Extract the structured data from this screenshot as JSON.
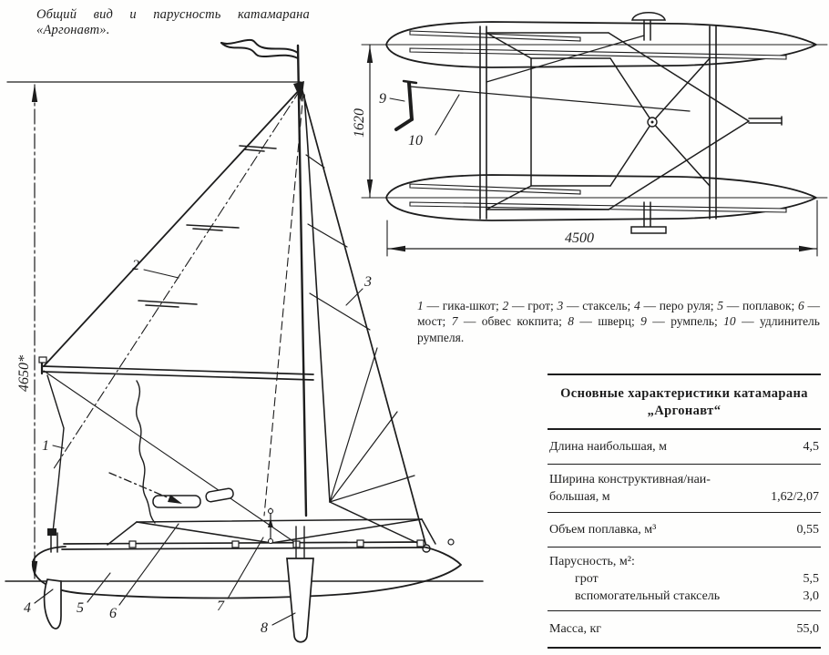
{
  "caption": "Общий вид и парусность катамарана «Аргонавт».",
  "drawing": {
    "dimensions": {
      "sail_height": "4650*",
      "beam": "1620",
      "length": "4500"
    },
    "part_numbers": [
      "1",
      "2",
      "3",
      "4",
      "5",
      "6",
      "7",
      "8",
      "9",
      "10"
    ]
  },
  "legend": {
    "items": [
      {
        "num": "1",
        "text": " — гика-шкот; "
      },
      {
        "num": "2",
        "text": " — грот; "
      },
      {
        "num": "3",
        "text": " — стаксель; "
      },
      {
        "num": "4",
        "text": " — перо руля; "
      },
      {
        "num": "5",
        "text": " — поплавок; "
      },
      {
        "num": "6",
        "text": " — мост; "
      },
      {
        "num": "7",
        "text": " — обвес кокпита; "
      },
      {
        "num": "8",
        "text": " — шверц; "
      },
      {
        "num": "9",
        "text": " — румпель; "
      },
      {
        "num": "10",
        "text": " — удлинитель румпеля."
      }
    ]
  },
  "table": {
    "title": "Основные характеристики катамарана „Аргонавт“",
    "rows": [
      {
        "label": "Длина наибольшая, м",
        "value": "4,5"
      },
      {
        "label": "Ширина конструктивная/наи-большая, м",
        "value": "1,62/2,07"
      },
      {
        "label": "Объем поплавка, м³",
        "value": "0,55"
      },
      {
        "label": "Парусность, м²:",
        "value": "",
        "subrows": [
          {
            "label": "грот",
            "value": "5,5"
          },
          {
            "label": "вспомогательный стаксель",
            "value": "3,0"
          }
        ]
      },
      {
        "label": "Масса, кг",
        "value": "55,0"
      }
    ]
  }
}
